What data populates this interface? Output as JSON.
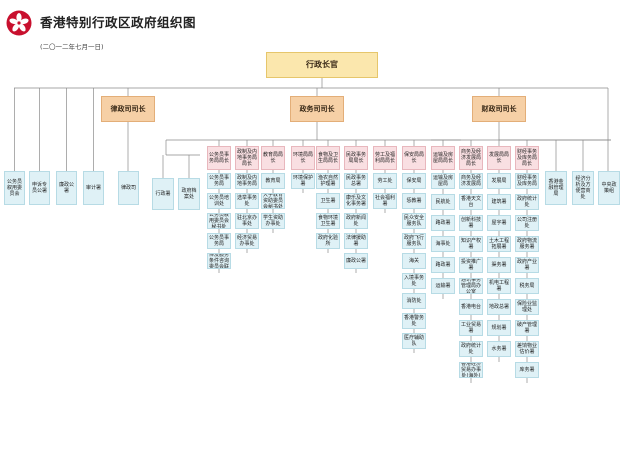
{
  "header": {
    "title": "香港特别行政区政府组织图",
    "date": "(二〇一二年七月一日)"
  },
  "chief": "行政长官",
  "secretaries": {
    "justice": "律政司司长",
    "admin": "政务司司长",
    "finance": "财政司司长"
  },
  "chief_units": [
    "公务员叙用委员会",
    "申诉专员公署",
    "廉政公署",
    "审计署"
  ],
  "justice_dept": "律政司",
  "admin_direct": [
    "行政署",
    "政府档案处"
  ],
  "admin_bureaus": [
    "公务员事务局局长",
    "政制及内地事务局局长",
    "教育局局长",
    "环境局局长",
    "食物及卫生局局长",
    "民政事务局局长",
    "劳工及福利局局长",
    "保安局局长"
  ],
  "admin_depts": [
    [
      "公务员事务局",
      "公务员培训处",
      "公务员叙用委员会秘书处",
      "公务员事务局",
      "公务员薪俸及服务条件咨询委员会联合秘书处"
    ],
    [
      "政制及内地事务局",
      "选举事务处",
      "驻北京办事处",
      "经济贸易办事处"
    ],
    [
      "教育局",
      "大学教育资助委员会秘书处",
      "学生资助办事处"
    ],
    [
      "环境保护署"
    ],
    [
      "渔农自然护理署",
      "卫生署",
      "食物环境卫生署",
      "政府化验所"
    ],
    [
      "民政事务总署",
      "康乐及文化事务署",
      "政府新闻处",
      "法律援助署",
      "廉政公署"
    ],
    [
      "劳工处",
      "社会福利署"
    ],
    [
      "保安局",
      "惩教署",
      "民众安全服务队",
      "政府飞行服务队",
      "海关",
      "入境事务处",
      "消防处",
      "香港警务处",
      "医疗辅助队"
    ]
  ],
  "finance_bureaus": [
    "运输及房屋局局长",
    "商务及经济发展局局长",
    "发展局局长",
    "财经事务及库务局局长"
  ],
  "finance_depts": [
    [
      "运输及房屋局",
      "民航处",
      "路政署",
      "海事处",
      "路政署",
      "运输署"
    ],
    [
      "商务及经济发展局",
      "香港天文台",
      "创新科技署",
      "知识产权署",
      "投资推广署",
      "通讯事务管理局办公室",
      "香港电台",
      "工业贸易署",
      "政府统计处",
      "香港经济贸易办事处(海外)"
    ],
    [
      "发展局",
      "建筑署",
      "屋宇署",
      "土木工程拓展署",
      "渠务署",
      "机电工程署",
      "地政总署",
      "规划署",
      "水务署"
    ],
    [
      "财经事务及库务局",
      "政府统计处",
      "公司注册处",
      "政府物流服务署",
      "政府产业署",
      "税务局",
      "保险业监理处",
      "破产管理署",
      "差饷物业估价署",
      "库务署"
    ]
  ],
  "finance_direct": [
    "香港金融管理局",
    "经济分析及方便营商处"
  ],
  "policy_unit": "中央政策组"
}
